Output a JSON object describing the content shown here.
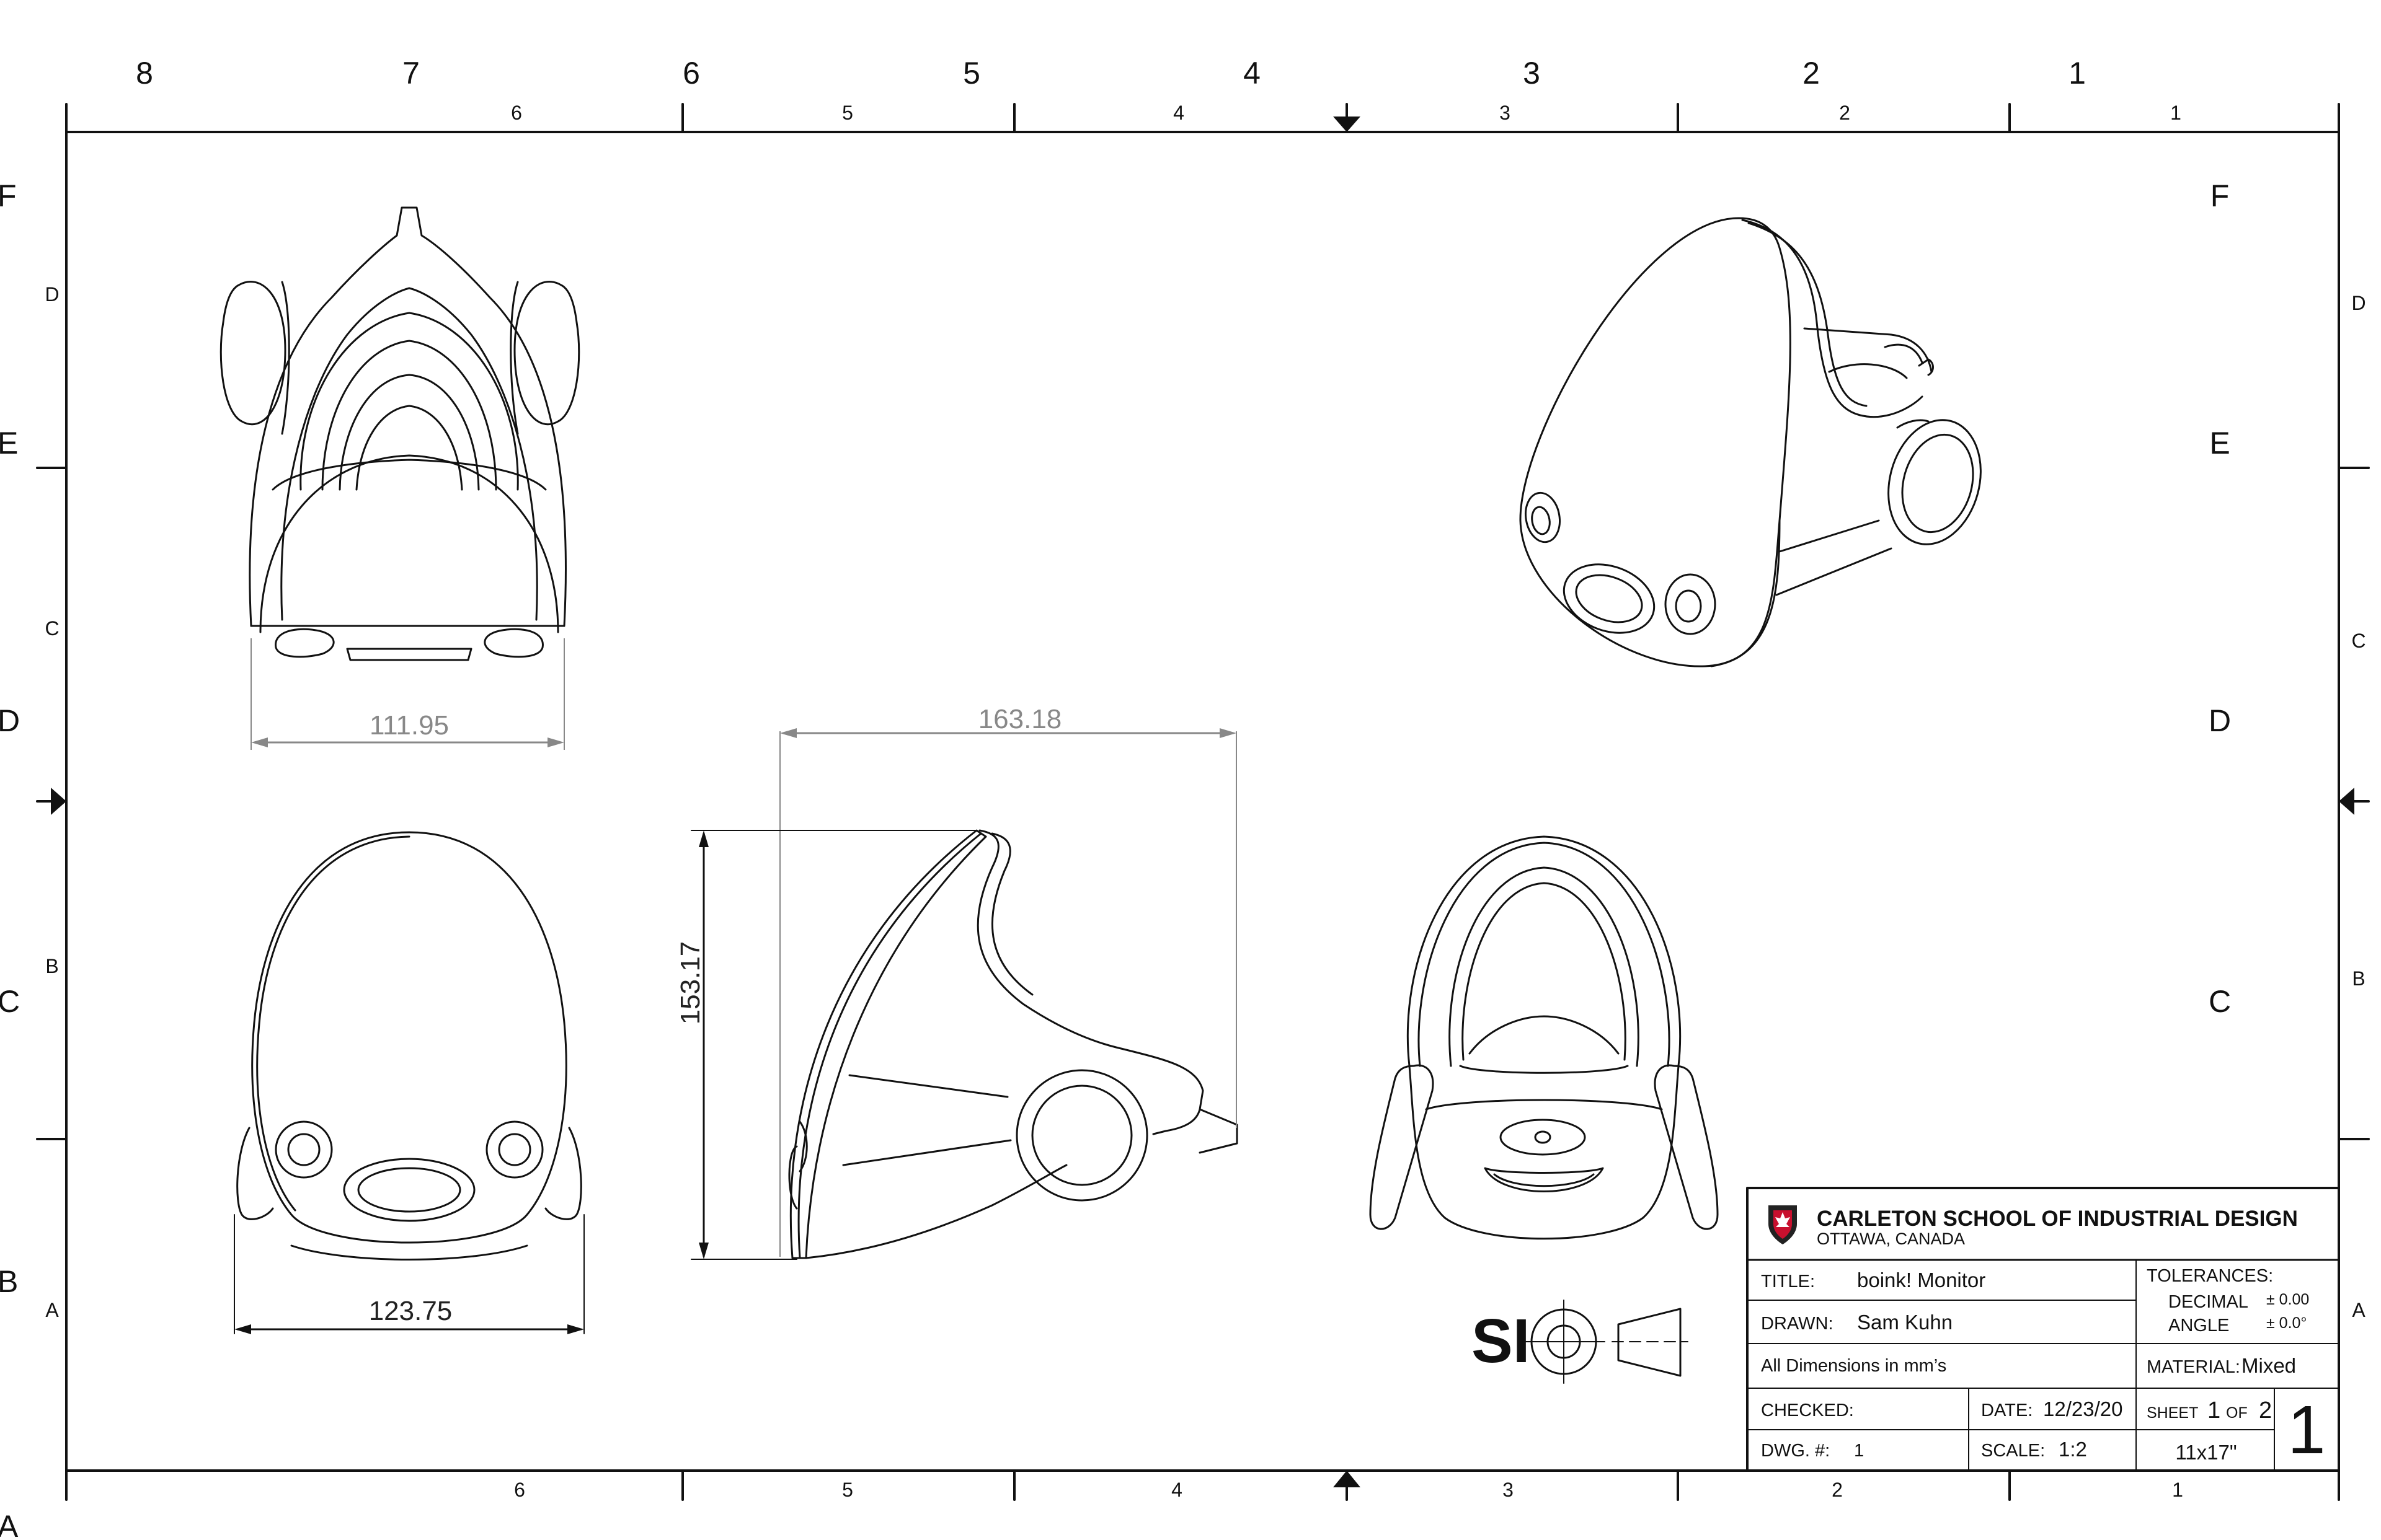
{
  "zones": {
    "top_outer": [
      "8",
      "7",
      "6",
      "5",
      "4",
      "3",
      "2",
      "1"
    ],
    "top_inner": [
      "6",
      "5",
      "4",
      "3",
      "2",
      "1"
    ],
    "bottom_inner": [
      "6",
      "5",
      "4",
      "3",
      "2",
      "1"
    ],
    "left_outer": [
      "F",
      "E",
      "D",
      "C",
      "B",
      "A"
    ],
    "left_inner": [
      "D",
      "C",
      "B",
      "A"
    ],
    "right_outer": [
      "F",
      "E",
      "D",
      "C"
    ],
    "right_inner": [
      "D",
      "C",
      "B",
      "A"
    ]
  },
  "dimensions": {
    "top_view_width": "111.95",
    "side_view_length": "163.18",
    "side_view_height": "153.17",
    "front_view_width": "123.75"
  },
  "projection_symbol": {
    "text": "SI"
  },
  "title_block": {
    "school": "CARLETON SCHOOL OF INDUSTRIAL DESIGN",
    "location": "OTTAWA, CANADA",
    "title_label": "TITLE:",
    "title_value": "boink! Monitor",
    "drawn_label": "DRAWN:",
    "drawn_value": "Sam Kuhn",
    "units_note": "All Dimensions in mm’s",
    "checked_label": "CHECKED:",
    "date_label": "DATE:",
    "date_value": "12/23/20",
    "dwg_label": "DWG. #:",
    "dwg_value": "1",
    "scale_label": "SCALE:",
    "scale_value": "1:2",
    "tolerances_label": "TOLERANCES:",
    "decimal_label": "DECIMAL",
    "decimal_value": "± 0.00",
    "angle_label": "ANGLE",
    "angle_value": "± 0.0°",
    "material_label": "MATERIAL:",
    "material_value": "Mixed",
    "sheet_word": "SHEET",
    "sheet_num": "1",
    "of_word": "OF",
    "sheet_total": "2",
    "paper_size": "11x17\"",
    "revision": "1"
  },
  "colors": {
    "line": "#111111",
    "dimension": "#888888",
    "logo_red": "#c8102e"
  }
}
